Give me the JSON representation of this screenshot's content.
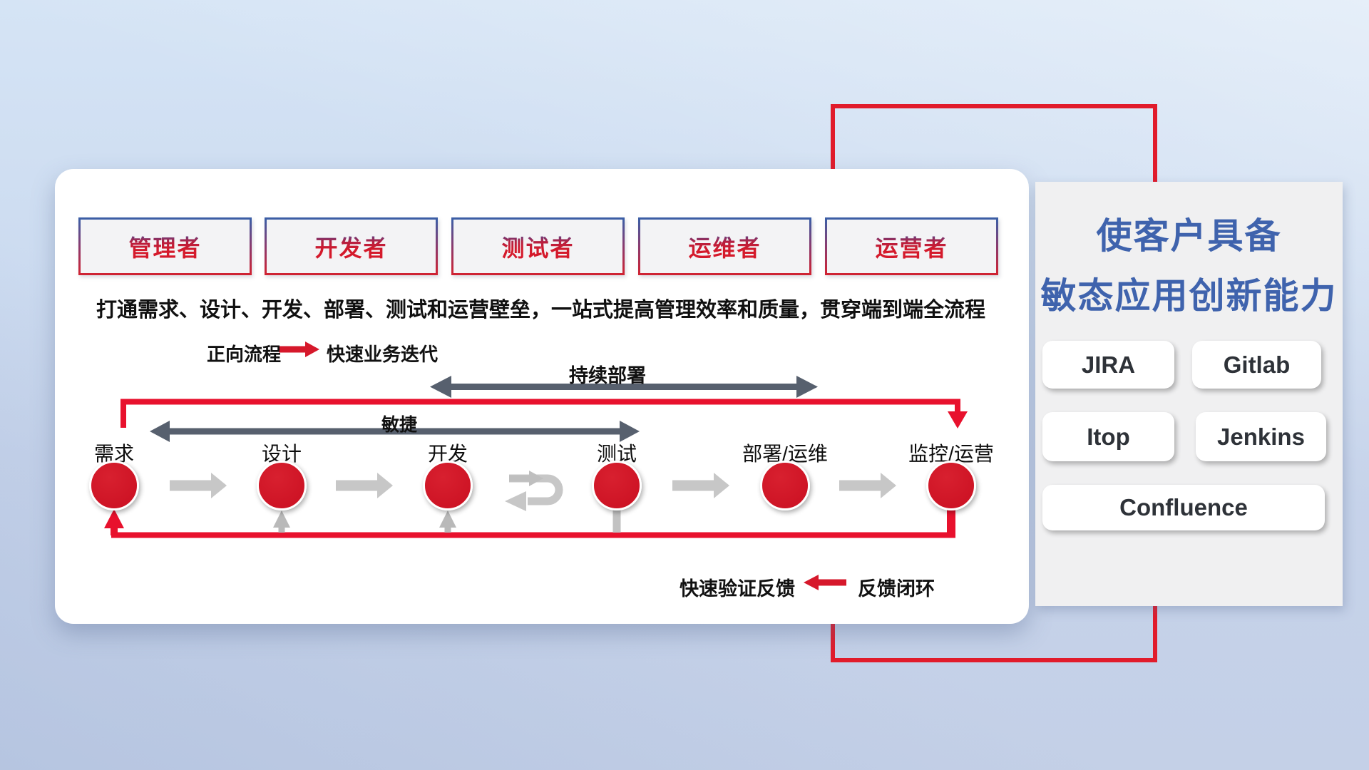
{
  "roles": [
    "管理者",
    "开发者",
    "测试者",
    "运维者",
    "运营者"
  ],
  "subtitle": "打通需求、设计、开发、部署、测试和运营壁垒，一站式提高管理效率和质量，贯穿端到端全流程",
  "forward_legend": {
    "label": "正向流程",
    "desc": "快速业务迭代"
  },
  "span_arrows": {
    "continuous_deployment": "持续部署",
    "agile": "敏捷"
  },
  "stages": [
    "需求",
    "设计",
    "开发",
    "测试",
    "部署/运维",
    "监控/运营"
  ],
  "feedback_legend": {
    "desc": "快速验证反馈",
    "label": "反馈闭环"
  },
  "benefit_panel": {
    "title_line1": "使客户具备",
    "title_line2": "敏态应用创新能力",
    "tools": [
      "JIRA",
      "Gitlab",
      "Itop",
      "Jenkins",
      "Confluence"
    ]
  },
  "colors": {
    "accent_red": "#e8112d",
    "role_text_red": "#c51c2c",
    "border_blue": "#3b5ea6",
    "title_blue": "#3f63ad",
    "slate_arrow": "#57606e",
    "light_gray_arrow": "#c7c7c7"
  }
}
